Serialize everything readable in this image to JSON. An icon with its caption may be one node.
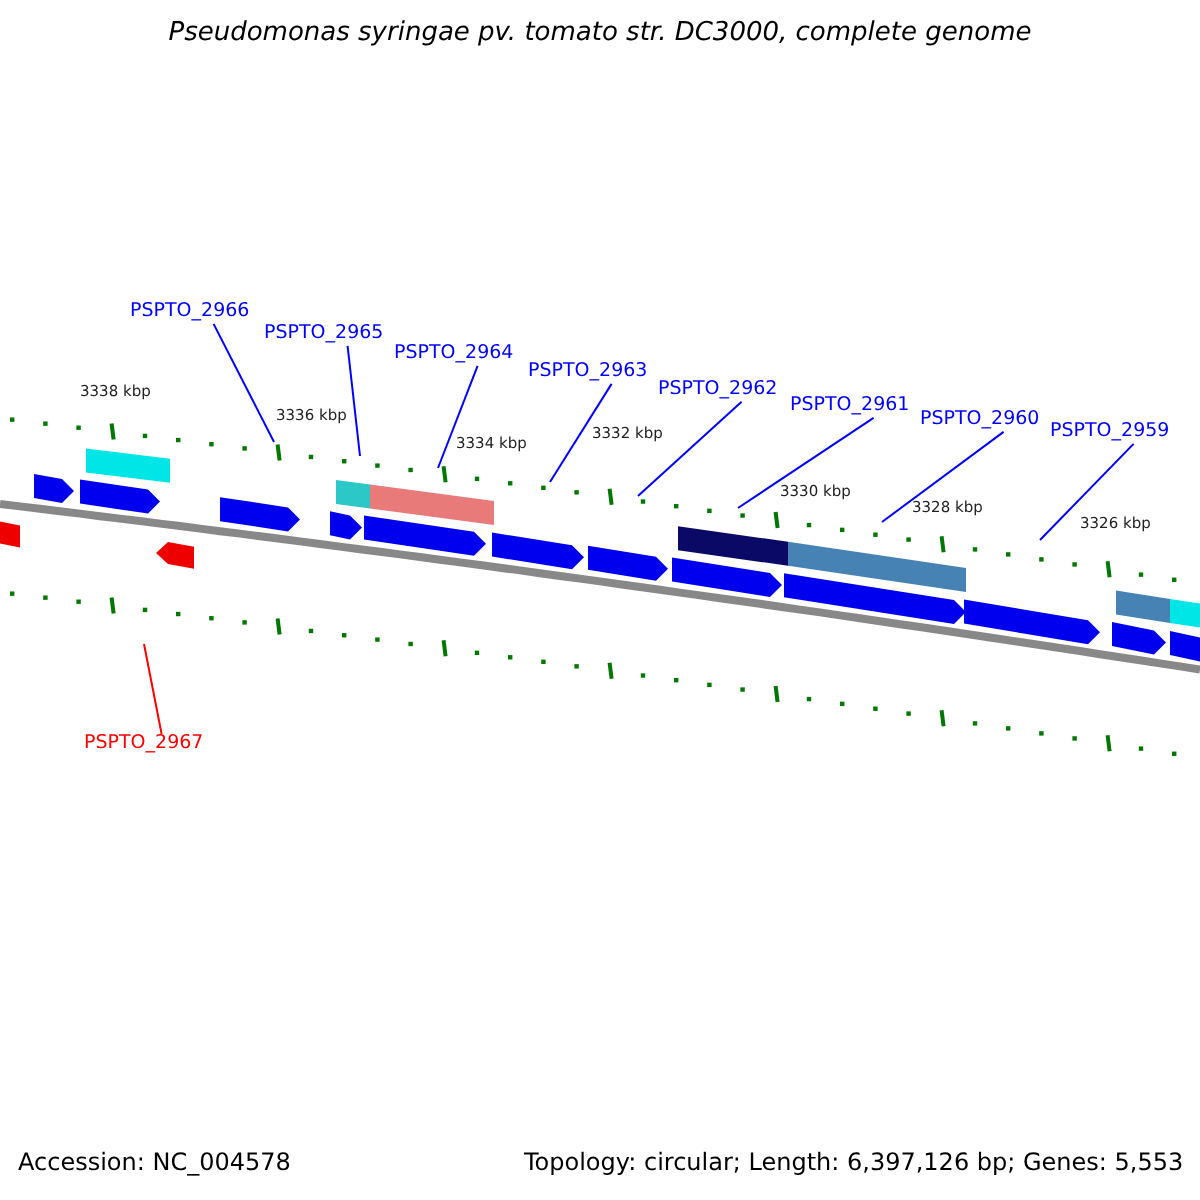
{
  "diagram": {
    "title": "Pseudomonas syringae pv. tomato str. DC3000, complete genome",
    "nodes": [
      {
        "text": [
          "PSPTO_2966"
        ]
      },
      {
        "text": [
          "PSPTO_2965"
        ]
      },
      {
        "text": [
          "PSPTO_2964"
        ]
      },
      {
        "text": [
          "PSPTO_2963"
        ]
      },
      {
        "text": [
          "PSPTO_2962"
        ]
      },
      {
        "text": [
          "PSPTO_2961"
        ]
      },
      {
        "text": [
          "PSPTO_2960"
        ]
      },
      {
        "text": [
          "PSPTO_2959"
        ]
      },
      {
        "text": [
          "PSPTO_2967"
        ]
      }
    ],
    "edges": [
      {
        "from": 0,
        "to": null,
        "arrow": "none"
      },
      {
        "from": 1,
        "to": null,
        "arrow": "none"
      },
      {
        "from": 2,
        "to": null,
        "arrow": "none"
      },
      {
        "from": 3,
        "to": null,
        "arrow": "none"
      },
      {
        "from": 4,
        "to": null,
        "arrow": "none"
      },
      {
        "from": 5,
        "to": null,
        "arrow": "none"
      },
      {
        "from": 6,
        "to": null,
        "arrow": "none"
      },
      {
        "from": 7,
        "to": null,
        "arrow": "none"
      },
      {
        "from": 8,
        "to": null,
        "arrow": "none",
        "color": "#ff0000"
      }
    ],
    "labels": [
      "3338 kbp",
      "3336 kbp",
      "3334 kbp",
      "3332 kbp",
      "3330 kbp",
      "3328 kbp",
      "3326 kbp",
      "Accession: NC_004578",
      "Topology: circular; Length: 6,397,126 bp; Genes: 5,553"
    ]
  }
}
